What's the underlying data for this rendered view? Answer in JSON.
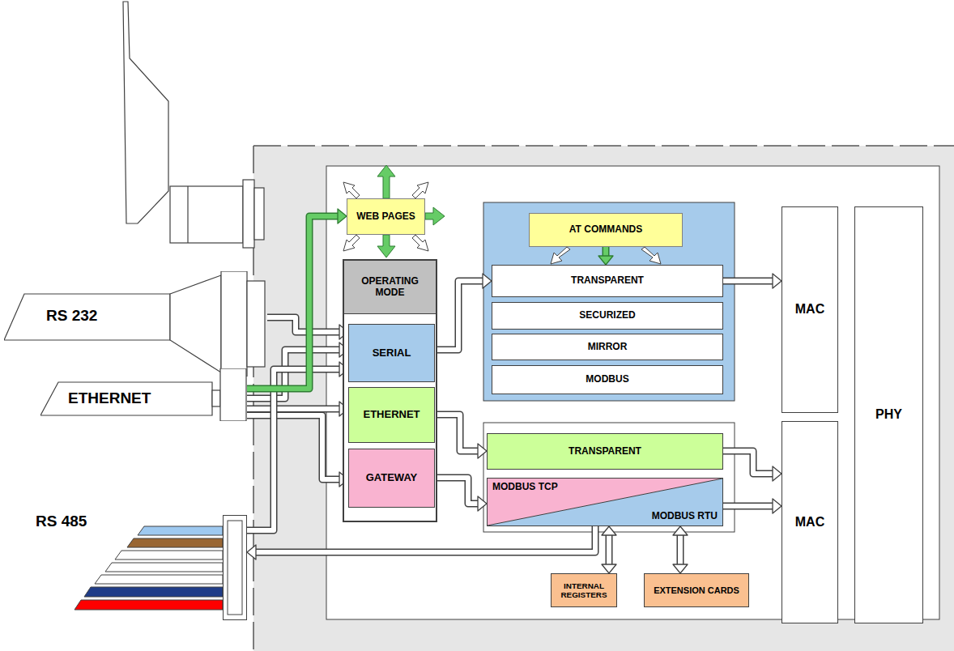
{
  "diagram": {
    "nodes": [
      {
        "text": [
          "WEB PAGES"
        ]
      },
      {
        "text": [
          "OPERATING MODE"
        ]
      },
      {
        "text": [
          "SERIAL"
        ],
        "in": 1
      },
      {
        "text": [
          "ETHERNET"
        ],
        "in": 1
      },
      {
        "text": [
          "GATEWAY"
        ],
        "in": 1
      },
      {
        "text": [
          "AT COMMANDS"
        ]
      },
      {
        "text": [
          "TRANSPARENT"
        ]
      },
      {
        "text": [
          "SECURIZED"
        ]
      },
      {
        "text": [
          "MIRROR"
        ]
      },
      {
        "text": [
          "MODBUS"
        ]
      },
      {
        "text": [
          "TRANSPARENT"
        ]
      },
      {
        "text": [
          "MODBUS TCP",
          "MODBUS RTU"
        ]
      },
      {
        "text": [
          "INTERNAL REGISTERS"
        ]
      },
      {
        "text": [
          "EXTENSION CARDS"
        ]
      },
      {
        "text": [
          "MAC"
        ]
      },
      {
        "text": [
          "MAC"
        ]
      },
      {
        "text": [
          "PHY"
        ]
      },
      {
        "text": [
          "RS 232"
        ]
      },
      {
        "text": [
          "ETHERNET"
        ]
      },
      {
        "text": [
          "RS 485"
        ]
      }
    ],
    "edges": [
      {
        "from": 17,
        "to": 2,
        "arrow": "to"
      },
      {
        "from": 18,
        "to": 2,
        "arrow": "to"
      },
      {
        "from": 18,
        "to": 3,
        "arrow": "to"
      },
      {
        "from": 18,
        "to": 4,
        "arrow": "to"
      },
      {
        "from": 19,
        "to": 2,
        "arrow": "to"
      },
      {
        "from": 18,
        "to": 0,
        "arrow": "to"
      },
      {
        "from": 2,
        "to": 6,
        "arrow": "to"
      },
      {
        "from": 3,
        "to": 10,
        "arrow": "to"
      },
      {
        "from": 4,
        "to": 11,
        "arrow": "to"
      },
      {
        "from": 6,
        "to": 14,
        "arrow": "to"
      },
      {
        "from": 10,
        "to": 15,
        "arrow": "to"
      },
      {
        "from": 11,
        "to": 15,
        "arrow": "to"
      },
      {
        "from": 11,
        "to": 19,
        "arrow": "to"
      },
      {
        "from": 11,
        "to": 12,
        "arrow": "both"
      },
      {
        "from": 11,
        "to": 13,
        "arrow": "both"
      },
      {
        "from": 5,
        "to": 6,
        "arrow": "to"
      }
    ]
  }
}
